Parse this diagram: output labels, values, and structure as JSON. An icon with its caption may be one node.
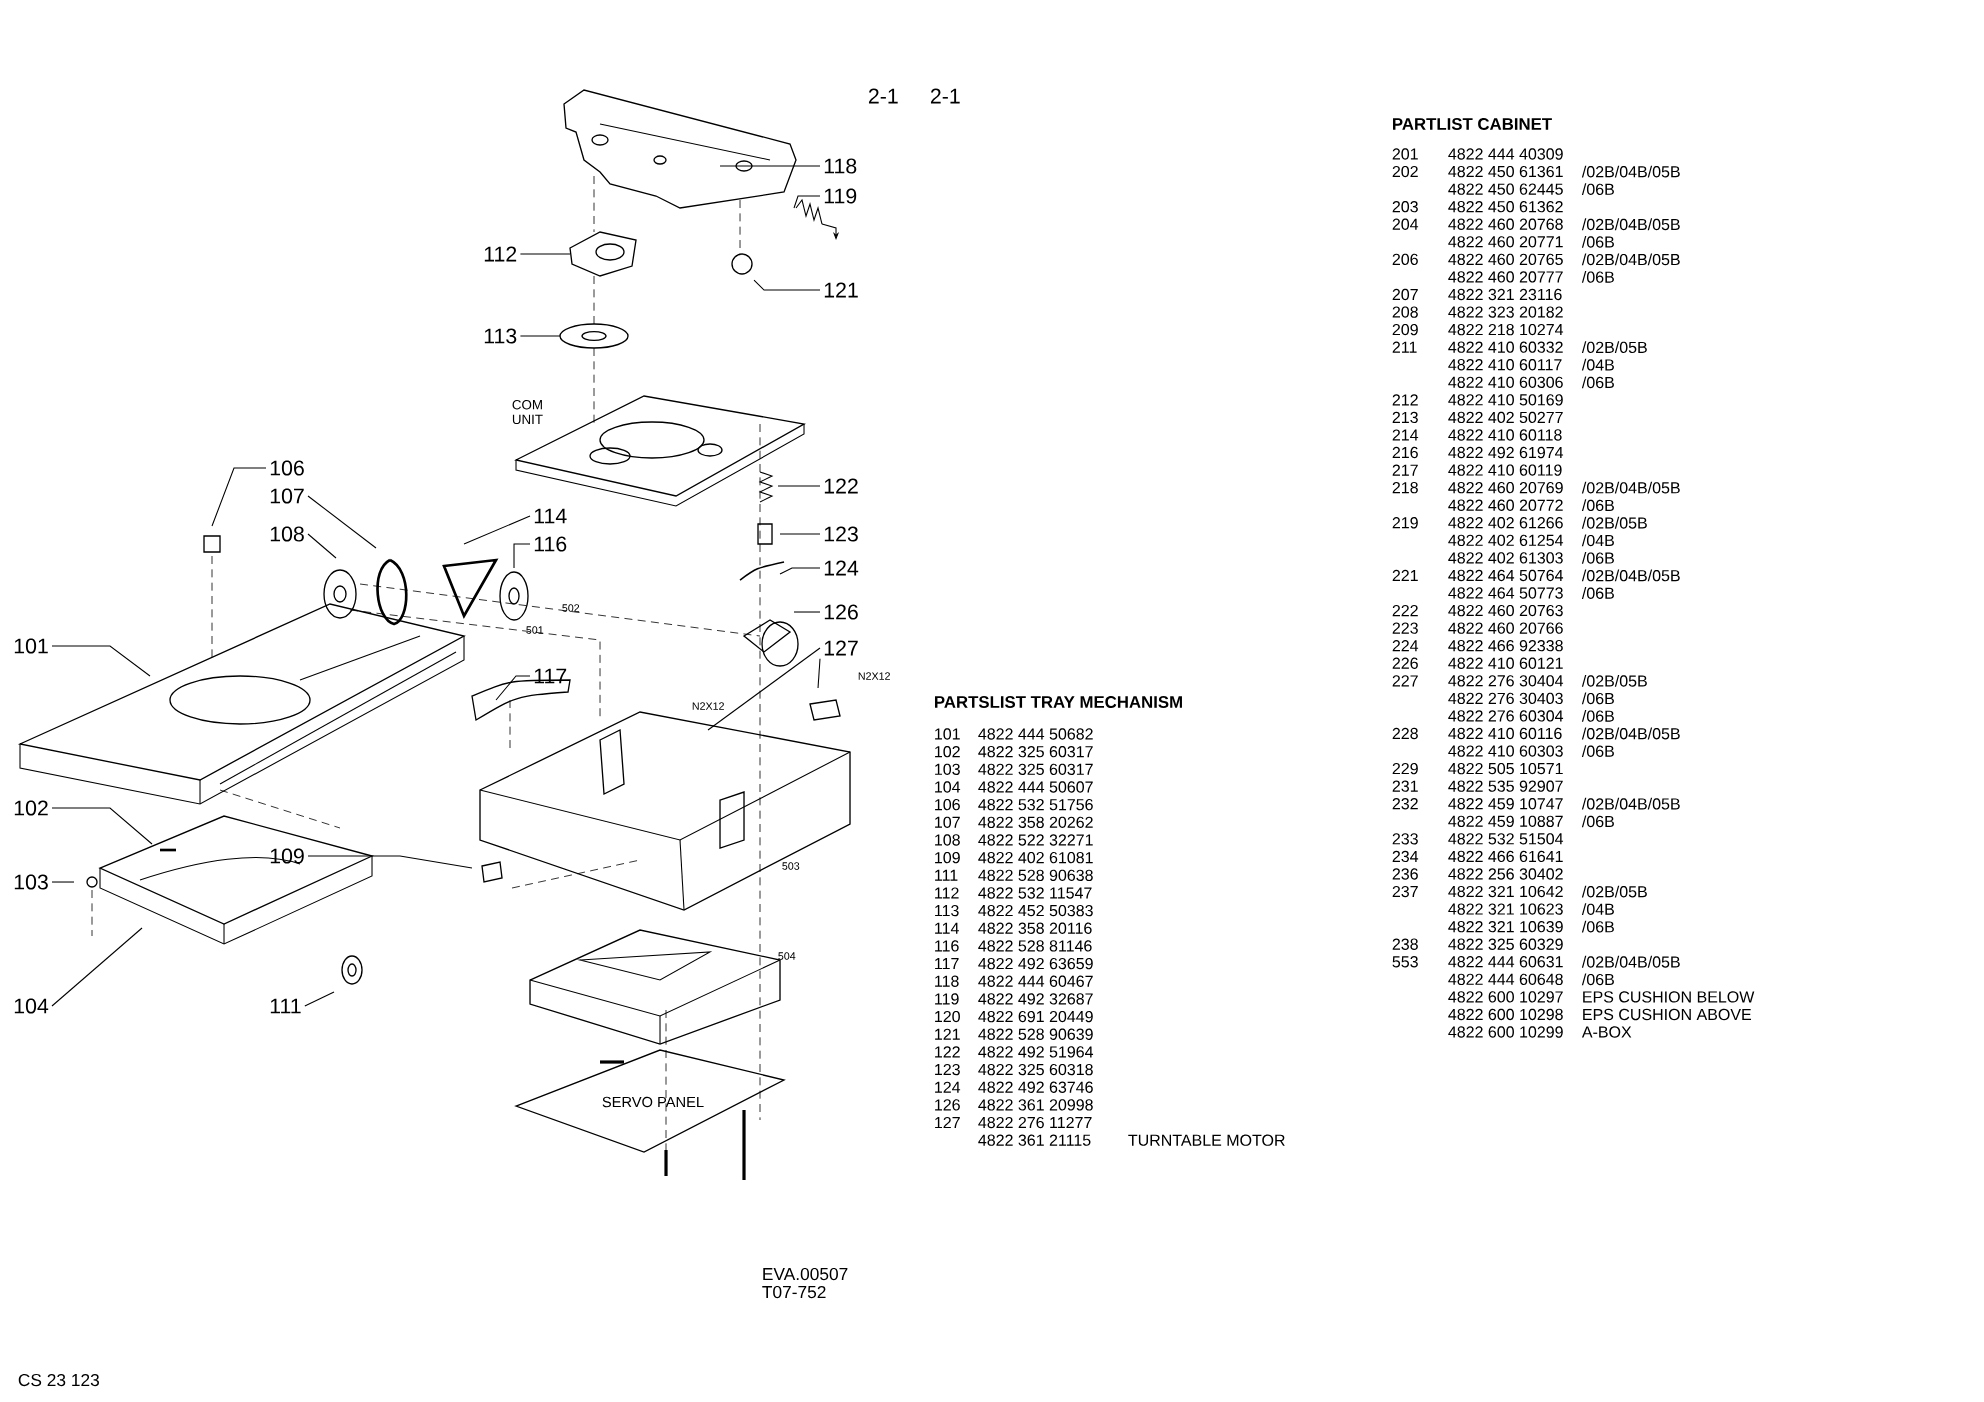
{
  "diagram": {
    "nodes": [
      {
        "text": [
          "118"
        ]
      },
      {
        "text": [
          "119"
        ]
      },
      {
        "text": [
          "112"
        ]
      },
      {
        "text": [
          "121"
        ]
      },
      {
        "text": [
          "113"
        ]
      },
      {
        "text": [
          "122"
        ]
      },
      {
        "text": [
          "123"
        ]
      },
      {
        "text": [
          "124"
        ]
      },
      {
        "text": [
          "106"
        ]
      },
      {
        "text": [
          "107"
        ]
      },
      {
        "text": [
          "114"
        ]
      },
      {
        "text": [
          "116"
        ]
      },
      {
        "text": [
          "108"
        ]
      },
      {
        "text": [
          "126"
        ]
      },
      {
        "text": [
          "127"
        ]
      },
      {
        "text": [
          "101"
        ]
      },
      {
        "text": [
          "117"
        ]
      },
      {
        "text": [
          "102"
        ]
      },
      {
        "text": [
          "109"
        ]
      },
      {
        "text": [
          "103"
        ]
      },
      {
        "text": [
          "104"
        ]
      },
      {
        "text": [
          "111"
        ]
      }
    ],
    "edges": [
      {
        "from": 0,
        "to": null,
        "arrow": "none"
      },
      {
        "from": 1,
        "to": null,
        "arrow": "none"
      },
      {
        "from": 2,
        "to": null,
        "arrow": "none"
      },
      {
        "from": 3,
        "to": null,
        "arrow": "none"
      },
      {
        "from": 4,
        "to": null,
        "arrow": "none"
      },
      {
        "from": 5,
        "to": null,
        "arrow": "none"
      },
      {
        "from": 6,
        "to": null,
        "arrow": "none"
      },
      {
        "from": 7,
        "to": null,
        "arrow": "none"
      },
      {
        "from": 8,
        "to": null,
        "arrow": "none"
      },
      {
        "from": 9,
        "to": null,
        "arrow": "none"
      },
      {
        "from": 10,
        "to": null,
        "arrow": "none"
      },
      {
        "from": 11,
        "to": null,
        "arrow": "none"
      },
      {
        "from": 12,
        "to": null,
        "arrow": "none"
      },
      {
        "from": 13,
        "to": null,
        "arrow": "none"
      },
      {
        "from": 14,
        "to": null,
        "arrow": "none"
      },
      {
        "from": 14,
        "to": null,
        "arrow": "none"
      },
      {
        "from": 15,
        "to": null,
        "arrow": "none"
      },
      {
        "from": 16,
        "to": null,
        "arrow": "none"
      },
      {
        "from": 17,
        "to": null,
        "arrow": "none"
      },
      {
        "from": 18,
        "to": null,
        "arrow": "none"
      },
      {
        "from": 19,
        "to": null,
        "arrow": "none"
      },
      {
        "from": 20,
        "to": null,
        "arrow": "none"
      },
      {
        "from": 21,
        "to": null,
        "arrow": "none"
      }
    ],
    "labels": [
      "2-1",
      "2-1",
      "COM UNIT",
      "SERVO PANEL",
      "501",
      "502",
      "N2X12",
      "N2X12",
      "503",
      "504",
      "PARTSLIST TRAY MECHANISM",
      "101",
      "4822 444 50682",
      "102",
      "4822 325 60317",
      "103",
      "4822 325 60317",
      "104",
      "4822 444 50607",
      "106",
      "4822 532 51756",
      "107",
      "4822 358 20262",
      "108",
      "4822 522 32271",
      "109",
      "4822 402 61081",
      "111",
      "4822 528 90638",
      "112",
      "4822 532 11547",
      "113",
      "4822 452 50383",
      "114",
      "4822 358 20116",
      "116",
      "4822 528 81146",
      "117",
      "4822 492 63659",
      "118",
      "4822 444 60467",
      "119",
      "4822 492 32687",
      "120",
      "4822 691 20449",
      "121",
      "4822 528 90639",
      "122",
      "4822 492 51964",
      "123",
      "4822 325 60318",
      "124",
      "4822 492 63746",
      "126",
      "4822 361 20998",
      "127",
      "4822 276 11277",
      "4822 361 21115",
      "TURNTABLE MOTOR",
      "PARTLIST CABINET",
      "201",
      "4822 444 40309",
      "202",
      "4822 450 61361",
      "/02B/04B/05B",
      "4822 450 62445",
      "/06B",
      "203",
      "4822 450 61362",
      "204",
      "4822 460 20768",
      "/02B/04B/05B",
      "4822 460 20771",
      "/06B",
      "206",
      "4822 460 20765",
      "/02B/04B/05B",
      "4822 460 20777",
      "/06B",
      "207",
      "4822 321 23116",
      "208",
      "4822 323 20182",
      "209",
      "4822 218 10274",
      "211",
      "4822 410 60332",
      "/02B/05B",
      "4822 410 60117",
      "/04B",
      "4822 410 60306",
      "/06B",
      "212",
      "4822 410 50169",
      "213",
      "4822 402 50277",
      "214",
      "4822 410 60118",
      "216",
      "4822 492 61974",
      "217",
      "4822 410 60119",
      "218",
      "4822 460 20769",
      "/02B/04B/05B",
      "4822 460 20772",
      "/06B",
      "219",
      "4822 402 61266",
      "/02B/05B",
      "4822 402 61254",
      "/04B",
      "4822 402 61303",
      "/06B",
      "221",
      "4822 464 50764",
      "/02B/04B/05B",
      "4822 464 50773",
      "/06B",
      "222",
      "4822 460 20763",
      "223",
      "4822 460 20766",
      "224",
      "4822 466 92338",
      "226",
      "4822 410 60121",
      "227",
      "4822 276 30404",
      "/02B/05B",
      "4822 276 30403",
      "/06B",
      "4822 276 60304",
      "/06B",
      "228",
      "4822 410 60116",
      "/02B/04B/05B",
      "4822 410 60303",
      "/06B",
      "229",
      "4822 505 10571",
      "231",
      "4822 535 92907",
      "232",
      "4822 459 10747",
      "/02B/04B/05B",
      "4822 459 10887",
      "/06B",
      "233",
      "4822 532 51504",
      "234",
      "4822 466 61641",
      "236",
      "4822 256 30402",
      "237",
      "4822 321 10642",
      "/02B/05B",
      "4822 321 10623",
      "/04B",
      "4822 321 10639",
      "/06B",
      "238",
      "4822 325 60329",
      "553",
      "4822 444 60631",
      "/02B/04B/05B",
      "4822 444 60648",
      "/06B",
      "4822 600 10297",
      "EPS CUSHION BELOW",
      "4822 600 10298",
      "EPS CUSHION ABOVE",
      "4822 600 10299",
      "A-BOX",
      "EVA.00507",
      "T07-752",
      "CS 23 123"
    ]
  }
}
